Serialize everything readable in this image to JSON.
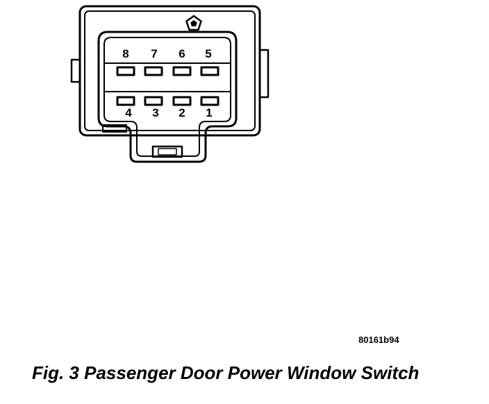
{
  "figure": {
    "caption": "Fig. 3 Passenger Door Power Window Switch",
    "reference_code": "80161b94"
  },
  "connector": {
    "logo_icon": "pentastar-icon",
    "top_row_pins": [
      "8",
      "7",
      "6",
      "5"
    ],
    "bottom_row_pins": [
      "4",
      "3",
      "2",
      "1"
    ]
  }
}
